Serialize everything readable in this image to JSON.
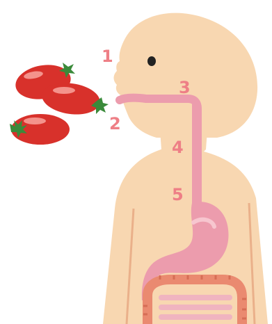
{
  "colors": {
    "skin": "#f8d7b1",
    "skin_line": "#eab08a",
    "digestive": "#ec9cad",
    "digestive_dark": "#d8798e",
    "intestine": "#ea8a70",
    "intestine_dark": "#d66d55",
    "tomato": "#d8312b",
    "tomato_highlight": "#f4938c",
    "leaf": "#3a8a3a",
    "label": "#ee7f86",
    "eye": "#222222"
  },
  "labels": [
    {
      "id": "mouth-lips",
      "text": "1"
    },
    {
      "id": "mouth-throat",
      "text": "2"
    },
    {
      "id": "pharynx",
      "text": "3"
    },
    {
      "id": "esophagus-upper",
      "text": "4"
    },
    {
      "id": "esophagus-lower",
      "text": "5"
    }
  ]
}
